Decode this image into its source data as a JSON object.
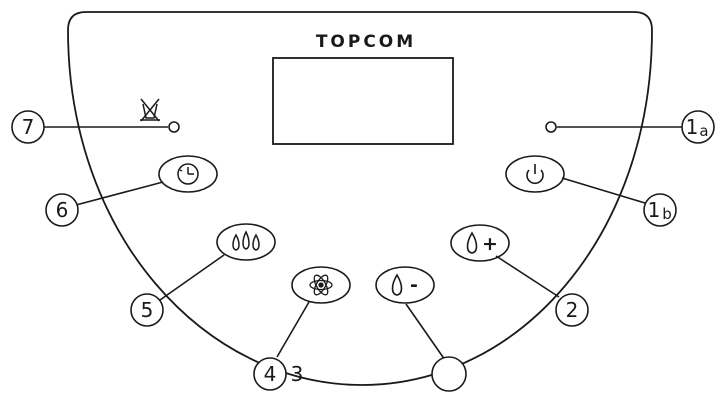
{
  "brand": {
    "logo_text": "TOPCOM"
  },
  "controls": {
    "power_button": {
      "icon": "power-icon"
    },
    "humidity_up_button": {
      "icon": "water-drop-icon",
      "sign": "+"
    },
    "humidity_down_button": {
      "icon": "water-drop-icon",
      "sign": "-"
    },
    "ionizer_button": {
      "icon": "atom-icon"
    },
    "mode_button": {
      "icon": "triple-drops-icon"
    },
    "timer_button": {
      "icon": "clock-icon"
    },
    "power_indicator": {
      "icon": "led-dot-icon"
    },
    "tank_full_indicator": {
      "icon": "tank-full-icon"
    }
  },
  "callouts": {
    "c1a": {
      "main": "1",
      "sub": "a"
    },
    "c1b": {
      "main": "1",
      "sub": "b"
    },
    "c2": {
      "main": "2"
    },
    "c3": {
      "main": "3"
    },
    "c4": {
      "main": "4"
    },
    "c5": {
      "main": "5"
    },
    "c6": {
      "main": "6"
    },
    "c7": {
      "main": "7"
    }
  },
  "colors": {
    "line": "#1a1a1a",
    "background": "#ffffff"
  }
}
